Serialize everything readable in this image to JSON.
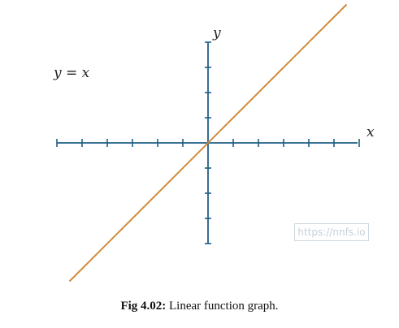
{
  "chart_data": {
    "type": "line",
    "function": "y = x",
    "xlabel": "x",
    "ylabel": "y",
    "xlim": [
      -6,
      6
    ],
    "ylim": [
      -4,
      4
    ],
    "grid": false,
    "series": [
      {
        "x": [
          -5.5,
          5.5
        ],
        "y": [
          -5.5,
          5.5
        ],
        "color": "#d08b3a"
      }
    ],
    "annotations": [
      "y = x"
    ]
  },
  "colors": {
    "axis": "#1f5f86",
    "line": "#d08b3a"
  },
  "caption": {
    "label": "Fig 4.02:",
    "text": " Linear function graph."
  },
  "watermark": "https://nnfs.io"
}
